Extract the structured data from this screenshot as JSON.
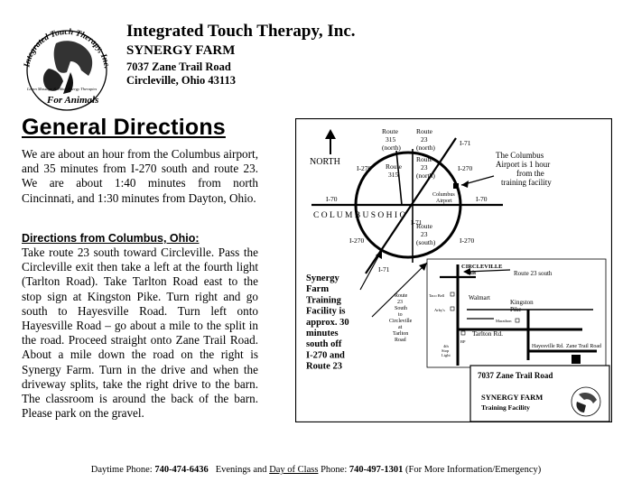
{
  "header": {
    "org_name": "Integrated Touch Therapy, Inc.",
    "farm_name": "SYNERGY FARM",
    "address_line1": "7037 Zane Trail Road",
    "address_line2": "Circleville, Ohio 43113"
  },
  "logo": {
    "arc_top": "Integrated Touch Therapy, Inc.",
    "arc_bottom": "For Animals",
    "tagline": "Learn Massage & Other Energy Therapies"
  },
  "main": {
    "title": "General Directions",
    "intro": "We are about an hour from the Columbus airport, and 35 minutes from I-270 south and route 23.  We are about 1:40 minutes from north Cincinnati, and 1:30 minutes from Dayton, Ohio.",
    "directions_heading": "Directions from Columbus, Ohio:",
    "directions": "Take route 23 south toward Circleville.  Pass the Circleville exit then take a left at the fourth light (Tarlton Road).  Take Tarlton Road east to the stop sign at Kingston Pike. Turn right and go south to Hayesville Road. Turn left onto Hayesville Road – go about a mile to the split in the road.  Proceed straight onto Zane Trail Road.  About a mile down the road on the right is Synergy Farm.  Turn in the drive and when the driveway splits, take the right drive to the barn.  The classroom is around the back of the barn. Please park on the gravel."
  },
  "map": {
    "north": "NORTH",
    "columbus_ohio": "C O L U M B U S   O H I O",
    "route315_north": [
      "Route",
      "315",
      "(north)"
    ],
    "route23_north": [
      "Route",
      "23",
      "(north)"
    ],
    "route315": [
      "Route",
      "315"
    ],
    "route23_mid": [
      "Route",
      "23",
      "(north)"
    ],
    "route23_south": [
      "Route",
      "23",
      "(south)"
    ],
    "i71": "I-71",
    "i270": "I-270",
    "i70": "I-70",
    "airport_label": [
      "Columbus",
      "Airport"
    ],
    "airport_note": [
      "The Columbus",
      "Airport is 1 hour",
      "from the",
      "training facility"
    ],
    "synergy_note": [
      "Synergy",
      "Farm",
      "Training",
      "Facility is",
      "approx. 30",
      "minutes",
      "south off",
      "I-270 and",
      "Route 23"
    ],
    "route23_to_tarlton": [
      "Route",
      "23",
      "South",
      "to",
      "Circleville",
      "at",
      "Tarlton",
      "Road"
    ],
    "circleville_exit": [
      "CIRCLEVILLE",
      "exit"
    ],
    "route23_south_inset": "Route 23 south",
    "taco_bell": "Taco Bell",
    "walmart": "Walmart",
    "kingston_pike": [
      "Kingston",
      "Pike"
    ],
    "arbys": "Arby's",
    "marathon": "Marathon",
    "tarlton_rd": "Tarlton Rd.",
    "bp": "BP",
    "stop_light": [
      "4th",
      "Stop",
      "Light"
    ],
    "hayesville_rd": "Hayesville Rd.",
    "zane_trail_road": "Zane Trail Road",
    "card_address": "7037 Zane Trail Road",
    "card_farm": "SYNERGY FARM",
    "card_facility": "Training Facility"
  },
  "footer": {
    "daytime_label": "Daytime Phone:",
    "daytime_phone": "740-474-6436",
    "evenings_label": "Evenings and",
    "day_of_class": "Day of Class",
    "phone_label": "Phone:",
    "evening_phone": "740-497-1301",
    "note": "(For More Information/Emergency)"
  }
}
